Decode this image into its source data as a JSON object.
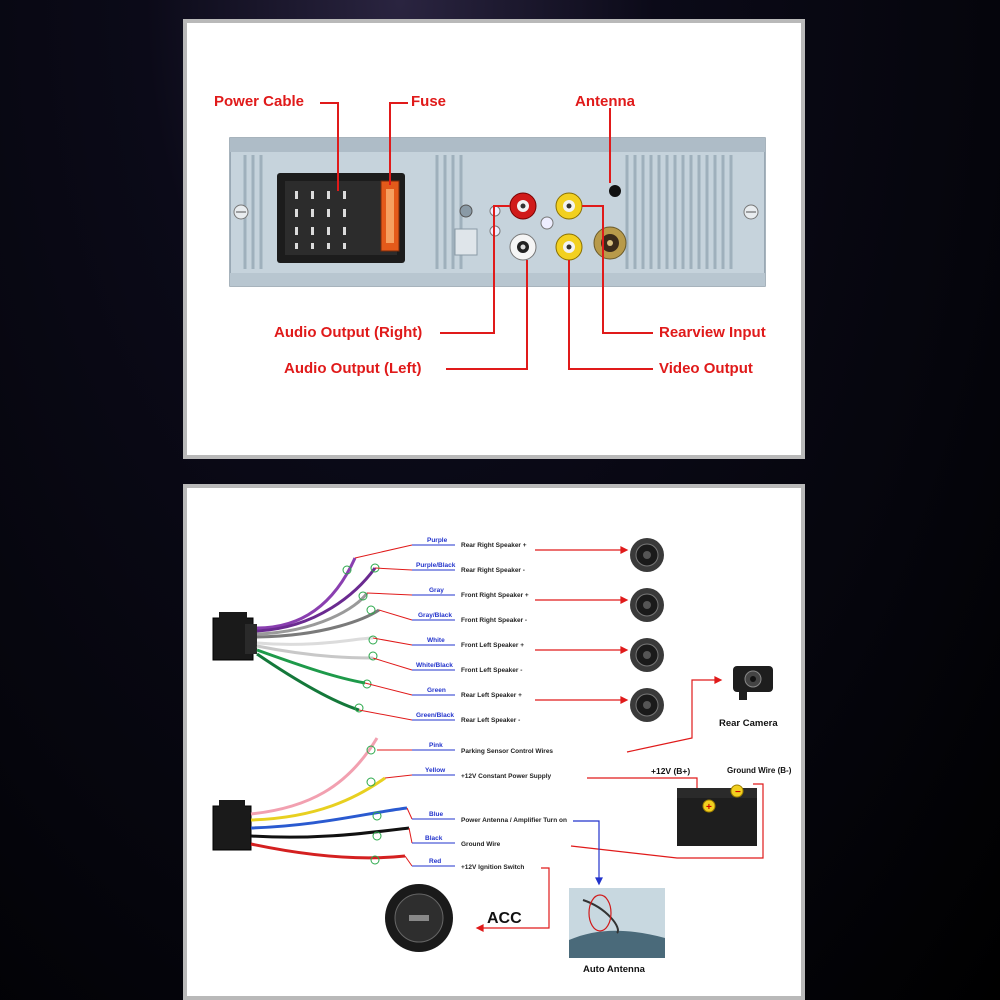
{
  "top": {
    "labels": {
      "power_cable": "Power Cable",
      "fuse": "Fuse",
      "antenna": "Antenna",
      "audio_right": "Audio Output (Right)",
      "audio_left": "Audio Output (Left)",
      "rearview_input": "Rearview Input",
      "video_output": "Video Output"
    }
  },
  "bottom": {
    "harness1": [
      {
        "color_name": "Purple",
        "function": "Rear Right Speaker +",
        "hex": "#8a3fb0"
      },
      {
        "color_name": "Purple/Black",
        "function": "Rear Right Speaker -",
        "hex": "#6a2a90"
      },
      {
        "color_name": "Gray",
        "function": "Front Right Speaker +",
        "hex": "#9a9a9a"
      },
      {
        "color_name": "Gray/Black",
        "function": "Front Right Speaker -",
        "hex": "#7a7a7a"
      },
      {
        "color_name": "White",
        "function": "Front Left Speaker +",
        "hex": "#dcdcdc"
      },
      {
        "color_name": "White/Black",
        "function": "Front Left Speaker -",
        "hex": "#c8c8c8"
      },
      {
        "color_name": "Green",
        "function": "Rear Left Speaker +",
        "hex": "#1e9a4a"
      },
      {
        "color_name": "Green/Black",
        "function": "Rear Left Speaker -",
        "hex": "#14783a"
      }
    ],
    "harness2": [
      {
        "color_name": "Pink",
        "function": "Parking Sensor Control Wires",
        "hex": "#f2a0b0"
      },
      {
        "color_name": "Yellow",
        "function": "+12V Constant Power Supply",
        "hex": "#e8d020"
      },
      {
        "color_name": "Blue",
        "function": "Power Antenna / Amplifier Turn on",
        "hex": "#2a5ad0"
      },
      {
        "color_name": "Black",
        "function": "Ground Wire",
        "hex": "#111111"
      },
      {
        "color_name": "Red",
        "function": "+12V  Ignition Switch",
        "hex": "#d42020"
      }
    ],
    "devices": {
      "rear_camera": "Rear Camera",
      "battery_plus": "+12V  (B+)",
      "ground_wire": "Ground Wire (B-)",
      "acc": "ACC",
      "auto_antenna": "Auto Antenna"
    }
  }
}
